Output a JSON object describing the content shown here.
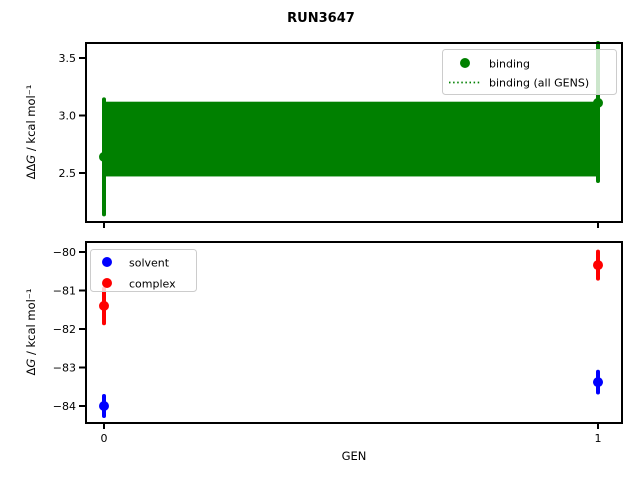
{
  "title": "RUN3647",
  "colors": {
    "binding": "#008000",
    "solvent": "#0000ff",
    "complex": "#ff0000",
    "band_fill": "#008000",
    "legend_border": "#cccccc",
    "legend_background": "rgba(255,255,255,0.8)",
    "axis": "#000000"
  },
  "top_plot": {
    "ylabel_prefix": "ΔΔ",
    "ylabel_italic": "G",
    "ylabel_suffix": " / kcal mol⁻¹",
    "yticks": [
      "3.5",
      "3.0",
      "2.5"
    ],
    "legend": {
      "binding": "binding",
      "all_gens": "binding (all GENS)"
    }
  },
  "bottom_plot": {
    "ylabel_prefix": "Δ",
    "ylabel_italic": "G",
    "ylabel_suffix": " / kcal mol⁻¹",
    "yticks": [
      "−80",
      "−81",
      "−82",
      "−83",
      "−84"
    ],
    "xticks": [
      "0",
      "1"
    ],
    "xlabel": "GEN",
    "legend": {
      "solvent": "solvent",
      "complex": "complex"
    }
  },
  "chart_data": [
    {
      "type": "scatter",
      "title": "RUN3647",
      "subplot": "top",
      "xlabel": "GEN",
      "ylabel": "ΔΔG / kcal mol⁻¹",
      "x": [
        0,
        1
      ],
      "xlim": [
        -0.04,
        1.05
      ],
      "ylim": [
        2.07,
        3.64
      ],
      "ytick_values": [
        3.5,
        3.0,
        2.5
      ],
      "grid": false,
      "legend_position": "upper right",
      "series": [
        {
          "name": "binding",
          "marker": "circle-with-errorbar",
          "color": "#008000",
          "values": [
            2.64,
            3.11
          ],
          "errors": [
            0.5,
            0.68
          ]
        },
        {
          "name": "binding (all GENS)",
          "style": "dotted-line-with-opaque-band",
          "color": "#008000",
          "band_low": 2.47,
          "band_high": 3.12,
          "center": 2.8
        }
      ]
    },
    {
      "type": "scatter",
      "subplot": "bottom",
      "xlabel": "GEN",
      "ylabel": "ΔG / kcal mol⁻¹",
      "x": [
        0,
        1
      ],
      "xlim": [
        -0.04,
        1.05
      ],
      "ylim": [
        -84.46,
        -79.71
      ],
      "ytick_values": [
        -80,
        -81,
        -82,
        -83,
        -84
      ],
      "xtick_values": [
        0,
        1
      ],
      "grid": false,
      "legend_position": "upper left",
      "series": [
        {
          "name": "solvent",
          "marker": "circle-with-errorbar",
          "color": "#0000ff",
          "values": [
            -84.0,
            -83.38
          ],
          "errors": [
            0.26,
            0.27
          ]
        },
        {
          "name": "complex",
          "marker": "circle-with-errorbar",
          "color": "#ff0000",
          "values": [
            -81.4,
            -80.34
          ],
          "errors": [
            0.45,
            0.35
          ]
        }
      ]
    }
  ]
}
